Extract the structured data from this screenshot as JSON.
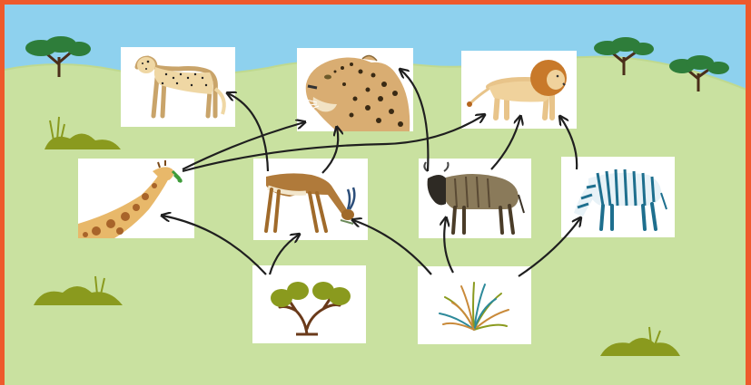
{
  "colors": {
    "border": "#ee5a2c",
    "sky": "#8ed1ee",
    "grass": "#c9e1a0",
    "card": "#ffffff",
    "arrow": "#1f1f1f",
    "bush": "#8a9a1e"
  },
  "organisms": [
    {
      "id": "cheetah",
      "icon": "cheetah-icon"
    },
    {
      "id": "leopard",
      "icon": "leopard-icon"
    },
    {
      "id": "lion",
      "icon": "lion-icon"
    },
    {
      "id": "giraffe",
      "icon": "giraffe-icon"
    },
    {
      "id": "gazelle",
      "icon": "gazelle-icon"
    },
    {
      "id": "wildebeest",
      "icon": "wildebeest-icon"
    },
    {
      "id": "zebra",
      "icon": "zebra-icon"
    },
    {
      "id": "acacia-tree",
      "icon": "acacia-tree-icon"
    },
    {
      "id": "grass",
      "icon": "grass-icon"
    }
  ],
  "food_web_links": [
    {
      "from": "acacia-tree",
      "to": "giraffe"
    },
    {
      "from": "acacia-tree",
      "to": "gazelle"
    },
    {
      "from": "grass",
      "to": "gazelle"
    },
    {
      "from": "grass",
      "to": "wildebeest"
    },
    {
      "from": "grass",
      "to": "zebra"
    },
    {
      "from": "giraffe",
      "to": "leopard"
    },
    {
      "from": "giraffe",
      "to": "lion"
    },
    {
      "from": "gazelle",
      "to": "cheetah"
    },
    {
      "from": "gazelle",
      "to": "leopard"
    },
    {
      "from": "wildebeest",
      "to": "leopard"
    },
    {
      "from": "wildebeest",
      "to": "lion"
    },
    {
      "from": "zebra",
      "to": "lion"
    }
  ]
}
